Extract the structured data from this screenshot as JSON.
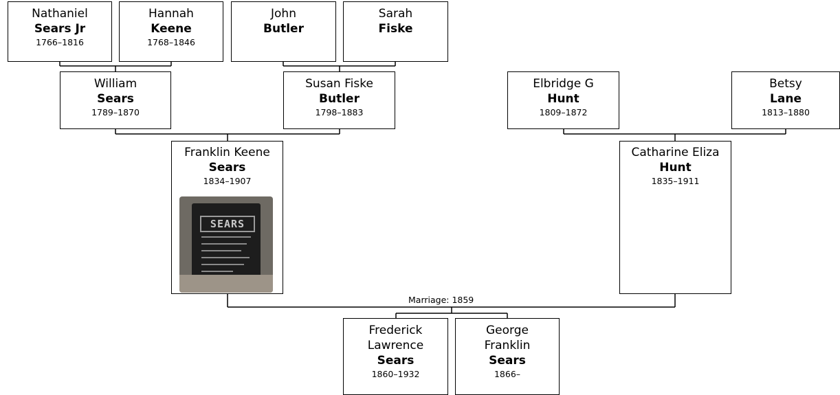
{
  "people": {
    "nathaniel": {
      "given": "Nathaniel",
      "surname": "Sears Jr",
      "dates": "1766–1816"
    },
    "hannah": {
      "given": "Hannah",
      "surname": "Keene",
      "dates": "1768–1846"
    },
    "john": {
      "given": "John",
      "surname": "Butler",
      "dates": ""
    },
    "sarah": {
      "given": "Sarah",
      "surname": "Fiske",
      "dates": ""
    },
    "william": {
      "given": "William",
      "surname": "Sears",
      "dates": "1789–1870"
    },
    "susan": {
      "given": "Susan Fiske",
      "surname": "Butler",
      "dates": "1798–1883"
    },
    "elbridge": {
      "given": "Elbridge G",
      "surname": "Hunt",
      "dates": "1809–1872"
    },
    "betsy": {
      "given": "Betsy",
      "surname": "Lane",
      "dates": "1813–1880"
    },
    "franklin": {
      "given": "Franklin Keene",
      "surname": "Sears",
      "dates": "1834–1907"
    },
    "catharine": {
      "given": "Catharine Eliza",
      "surname": "Hunt",
      "dates": "1835–1911"
    },
    "frederick": {
      "given_line1": "Frederick",
      "given_line2": "Lawrence",
      "surname": "Sears",
      "dates": "1860–1932"
    },
    "george": {
      "given_line1": "George",
      "given_line2": "Franklin",
      "surname": "Sears",
      "dates": "1866–"
    }
  },
  "marriage_label": "Marriage: 1859",
  "headstone_text": "SEARS"
}
